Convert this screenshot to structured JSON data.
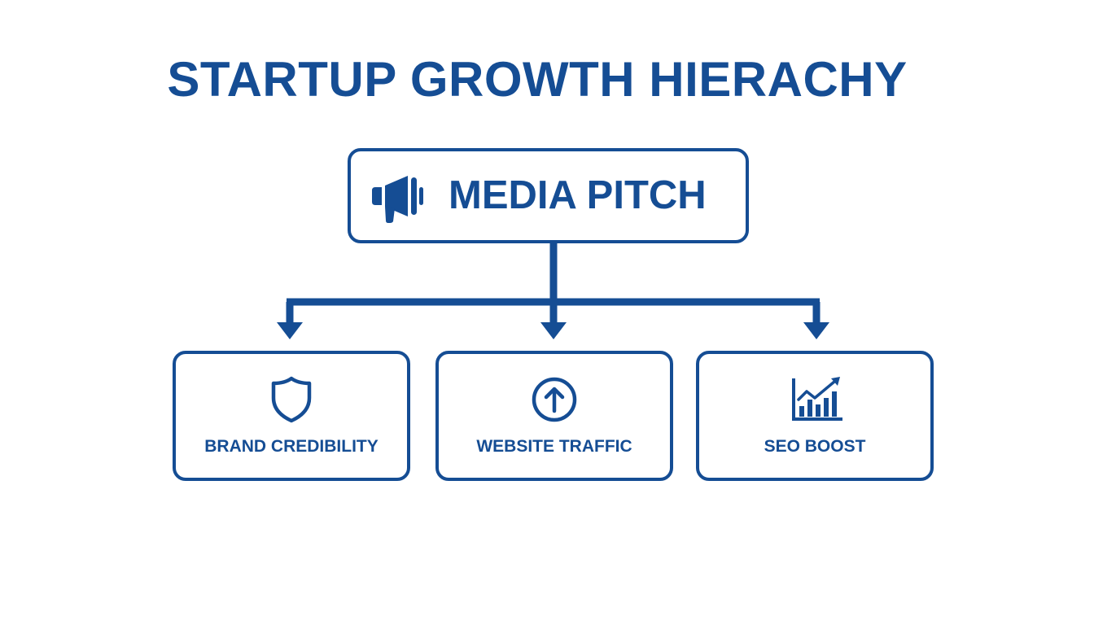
{
  "title": "STARTUP GROWTH HIERACHY",
  "root": {
    "label": "MEDIA PITCH",
    "icon": "megaphone-icon"
  },
  "children": [
    {
      "label": "BRAND CREDIBILITY",
      "icon": "shield-icon"
    },
    {
      "label": "WEBSITE TRAFFIC",
      "icon": "arrow-up-circle-icon"
    },
    {
      "label": "SEO BOOST",
      "icon": "bar-chart-growth-icon"
    }
  ],
  "colors": {
    "primary": "#154d94",
    "background": "#ffffff"
  }
}
